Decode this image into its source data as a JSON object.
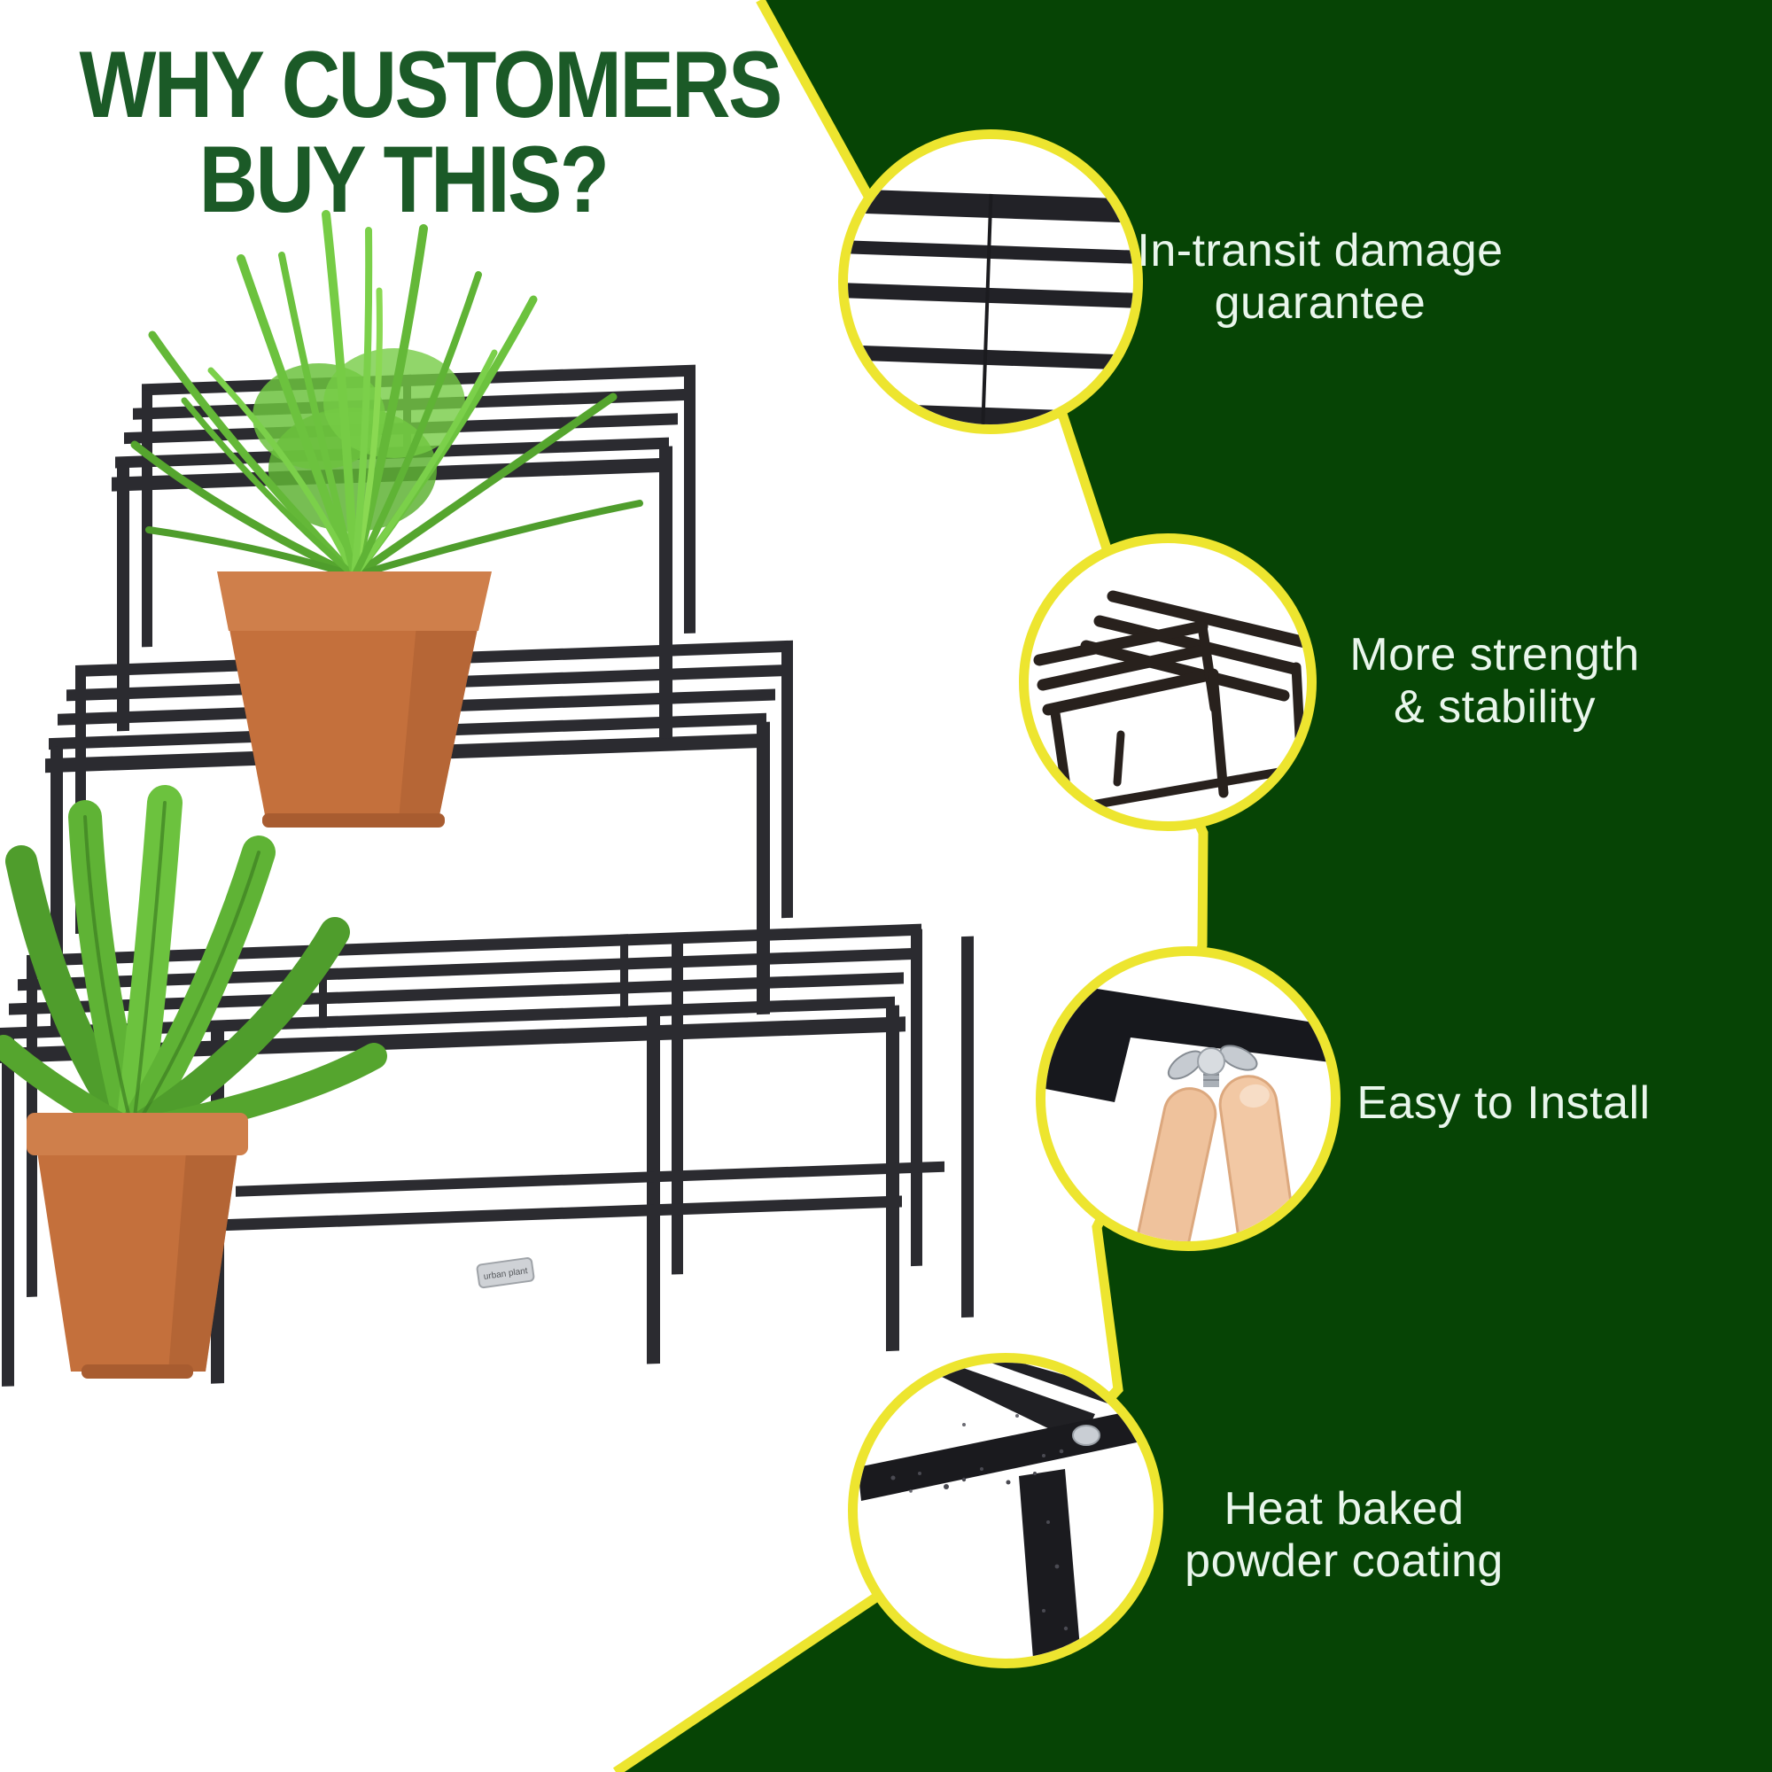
{
  "title": {
    "line1": "WHY CUSTOMERS",
    "line2": "BUY THIS?"
  },
  "features": [
    {
      "line1": "In-transit damage",
      "line2": "guarantee",
      "icon": "metal-slats-photo"
    },
    {
      "line1": "More strength",
      "line2": "& stability",
      "icon": "stand-frame-photo"
    },
    {
      "line1": "Easy to Install",
      "line2": "",
      "icon": "hand-wing-nut-photo"
    },
    {
      "line1": "Heat baked",
      "line2": "powder coating",
      "icon": "powder-coating-photo"
    }
  ],
  "product": {
    "brand_tag": "urban plant",
    "description": "3-tier black metal step plant stand with two terracotta potted plants"
  },
  "colors": {
    "background_green": "#064405",
    "title_green": "#1b5a27",
    "accent_yellow": "#ede52f",
    "text_light": "#e9f6ec",
    "metal_dark": "#2b2b30",
    "terracotta": "#c9763f",
    "plant_green": "#5fb335"
  }
}
